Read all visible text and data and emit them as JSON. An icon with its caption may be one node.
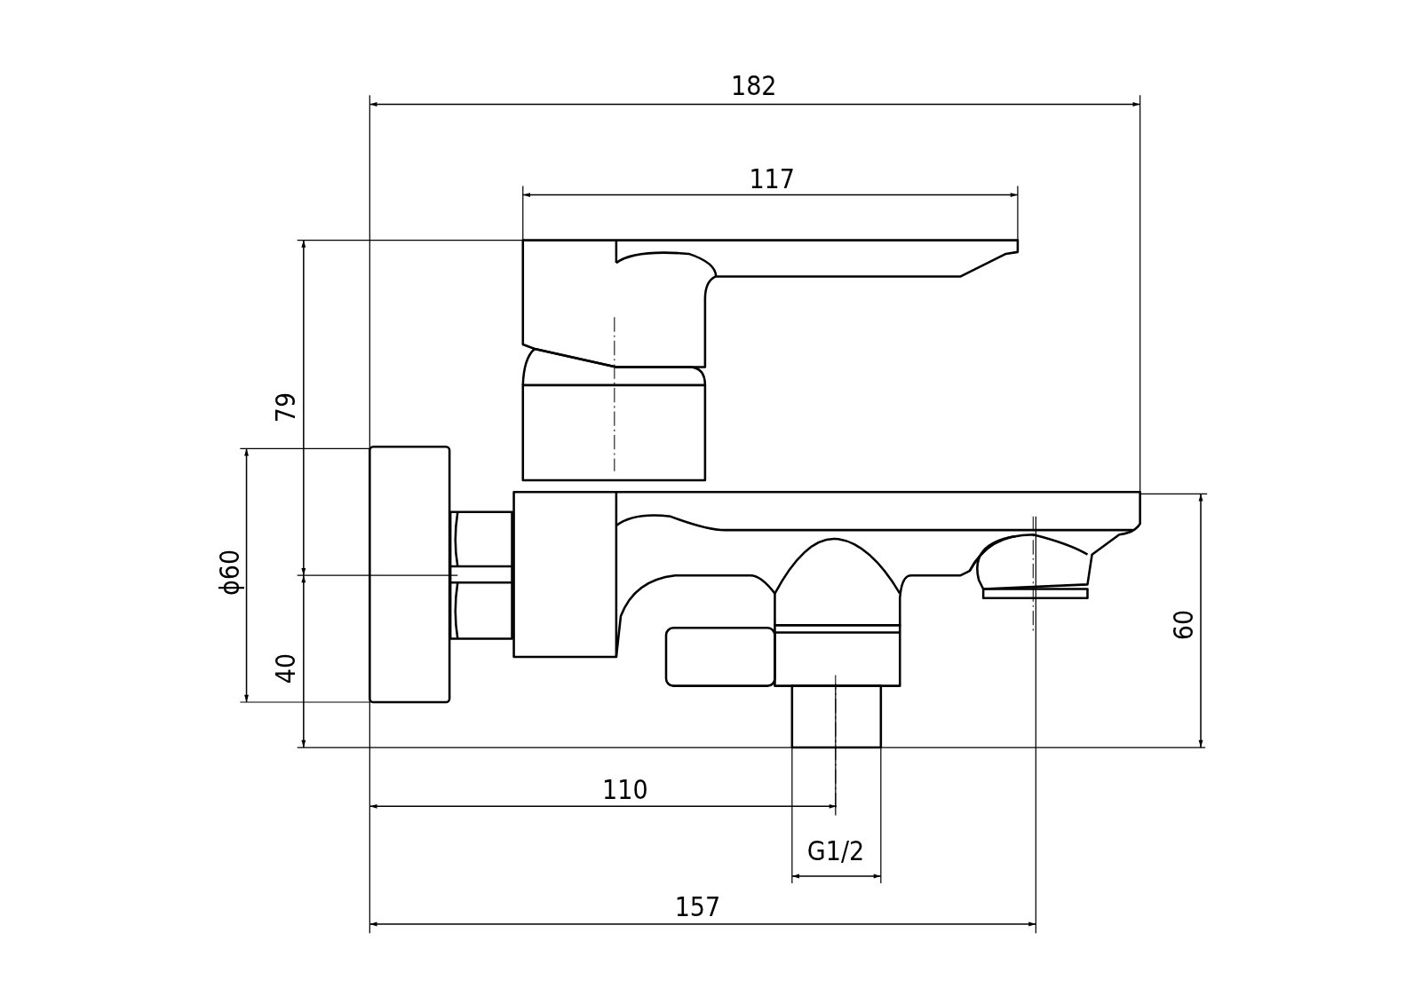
{
  "diagram": {
    "labels": [
      "182",
      "117",
      "79",
      "ϕ60",
      "40",
      "60",
      "110",
      "G1/2",
      "157"
    ]
  }
}
